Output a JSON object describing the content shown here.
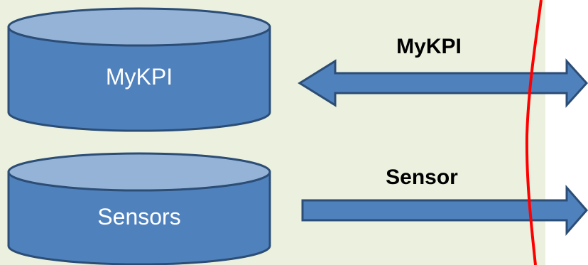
{
  "colors": {
    "panel_fill": "#ebf1de",
    "shape_fill": "#4f81bd",
    "cylinder_top_fill": "#95b3d7",
    "shape_stroke": "#2c4d75",
    "boundary_line": "#ff0000"
  },
  "databases": [
    {
      "label": "MyKPI"
    },
    {
      "label": "Sensors"
    }
  ],
  "arrows": [
    {
      "label": "MyKPI",
      "direction": "bidirectional"
    },
    {
      "label": "Sensor",
      "direction": "right"
    }
  ]
}
